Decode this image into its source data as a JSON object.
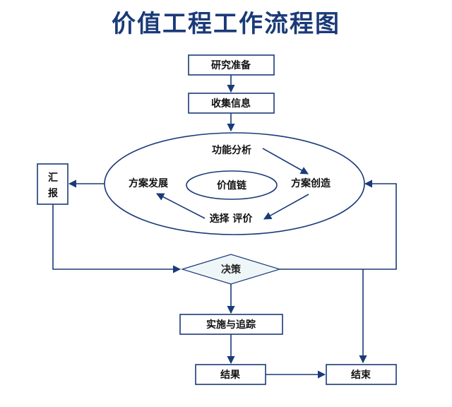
{
  "title": "价值工程工作流程图",
  "nodes": {
    "research_prep": "研究准备",
    "collect_info": "收集信息",
    "function_analysis": "功能分析",
    "solution_create": "方案创造",
    "select_evaluate": "选择 评价",
    "solution_develop": "方案发展",
    "value_chain": "价值链",
    "report": [
      "汇",
      "报"
    ],
    "decision": "决策",
    "implement_track": "实施与追踪",
    "result": "结果",
    "end": "结束"
  },
  "colors": {
    "primary": "#1a3a78",
    "decision_fill": "#eef6f8"
  }
}
